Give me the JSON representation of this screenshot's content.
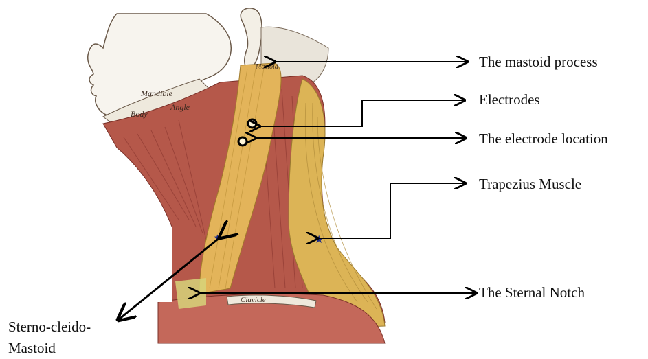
{
  "labels": {
    "mastoid_process": "The mastoid process",
    "electrodes": "Electrodes",
    "electrode_location": "The electrode location",
    "trapezius": "Trapezius Muscle",
    "sternal_notch": "The Sternal Notch",
    "scm_line1": "Sterno-cleido-",
    "scm_line2": "Mastoid"
  },
  "anatomy_text": {
    "mandible": "Mandible",
    "body": "Body",
    "angle": "Angle",
    "mastoid": "Mastoid",
    "clavicle": "Clavicle"
  },
  "colors": {
    "muscle": "#b5584a",
    "muscle_dark": "#8f3a32",
    "scm_yellow": "#e3b45a",
    "trapezius_yellow": "#dcb456",
    "skin": "#f2efe8",
    "arrow": "#000000",
    "star_mark": "#1a2a8a"
  }
}
